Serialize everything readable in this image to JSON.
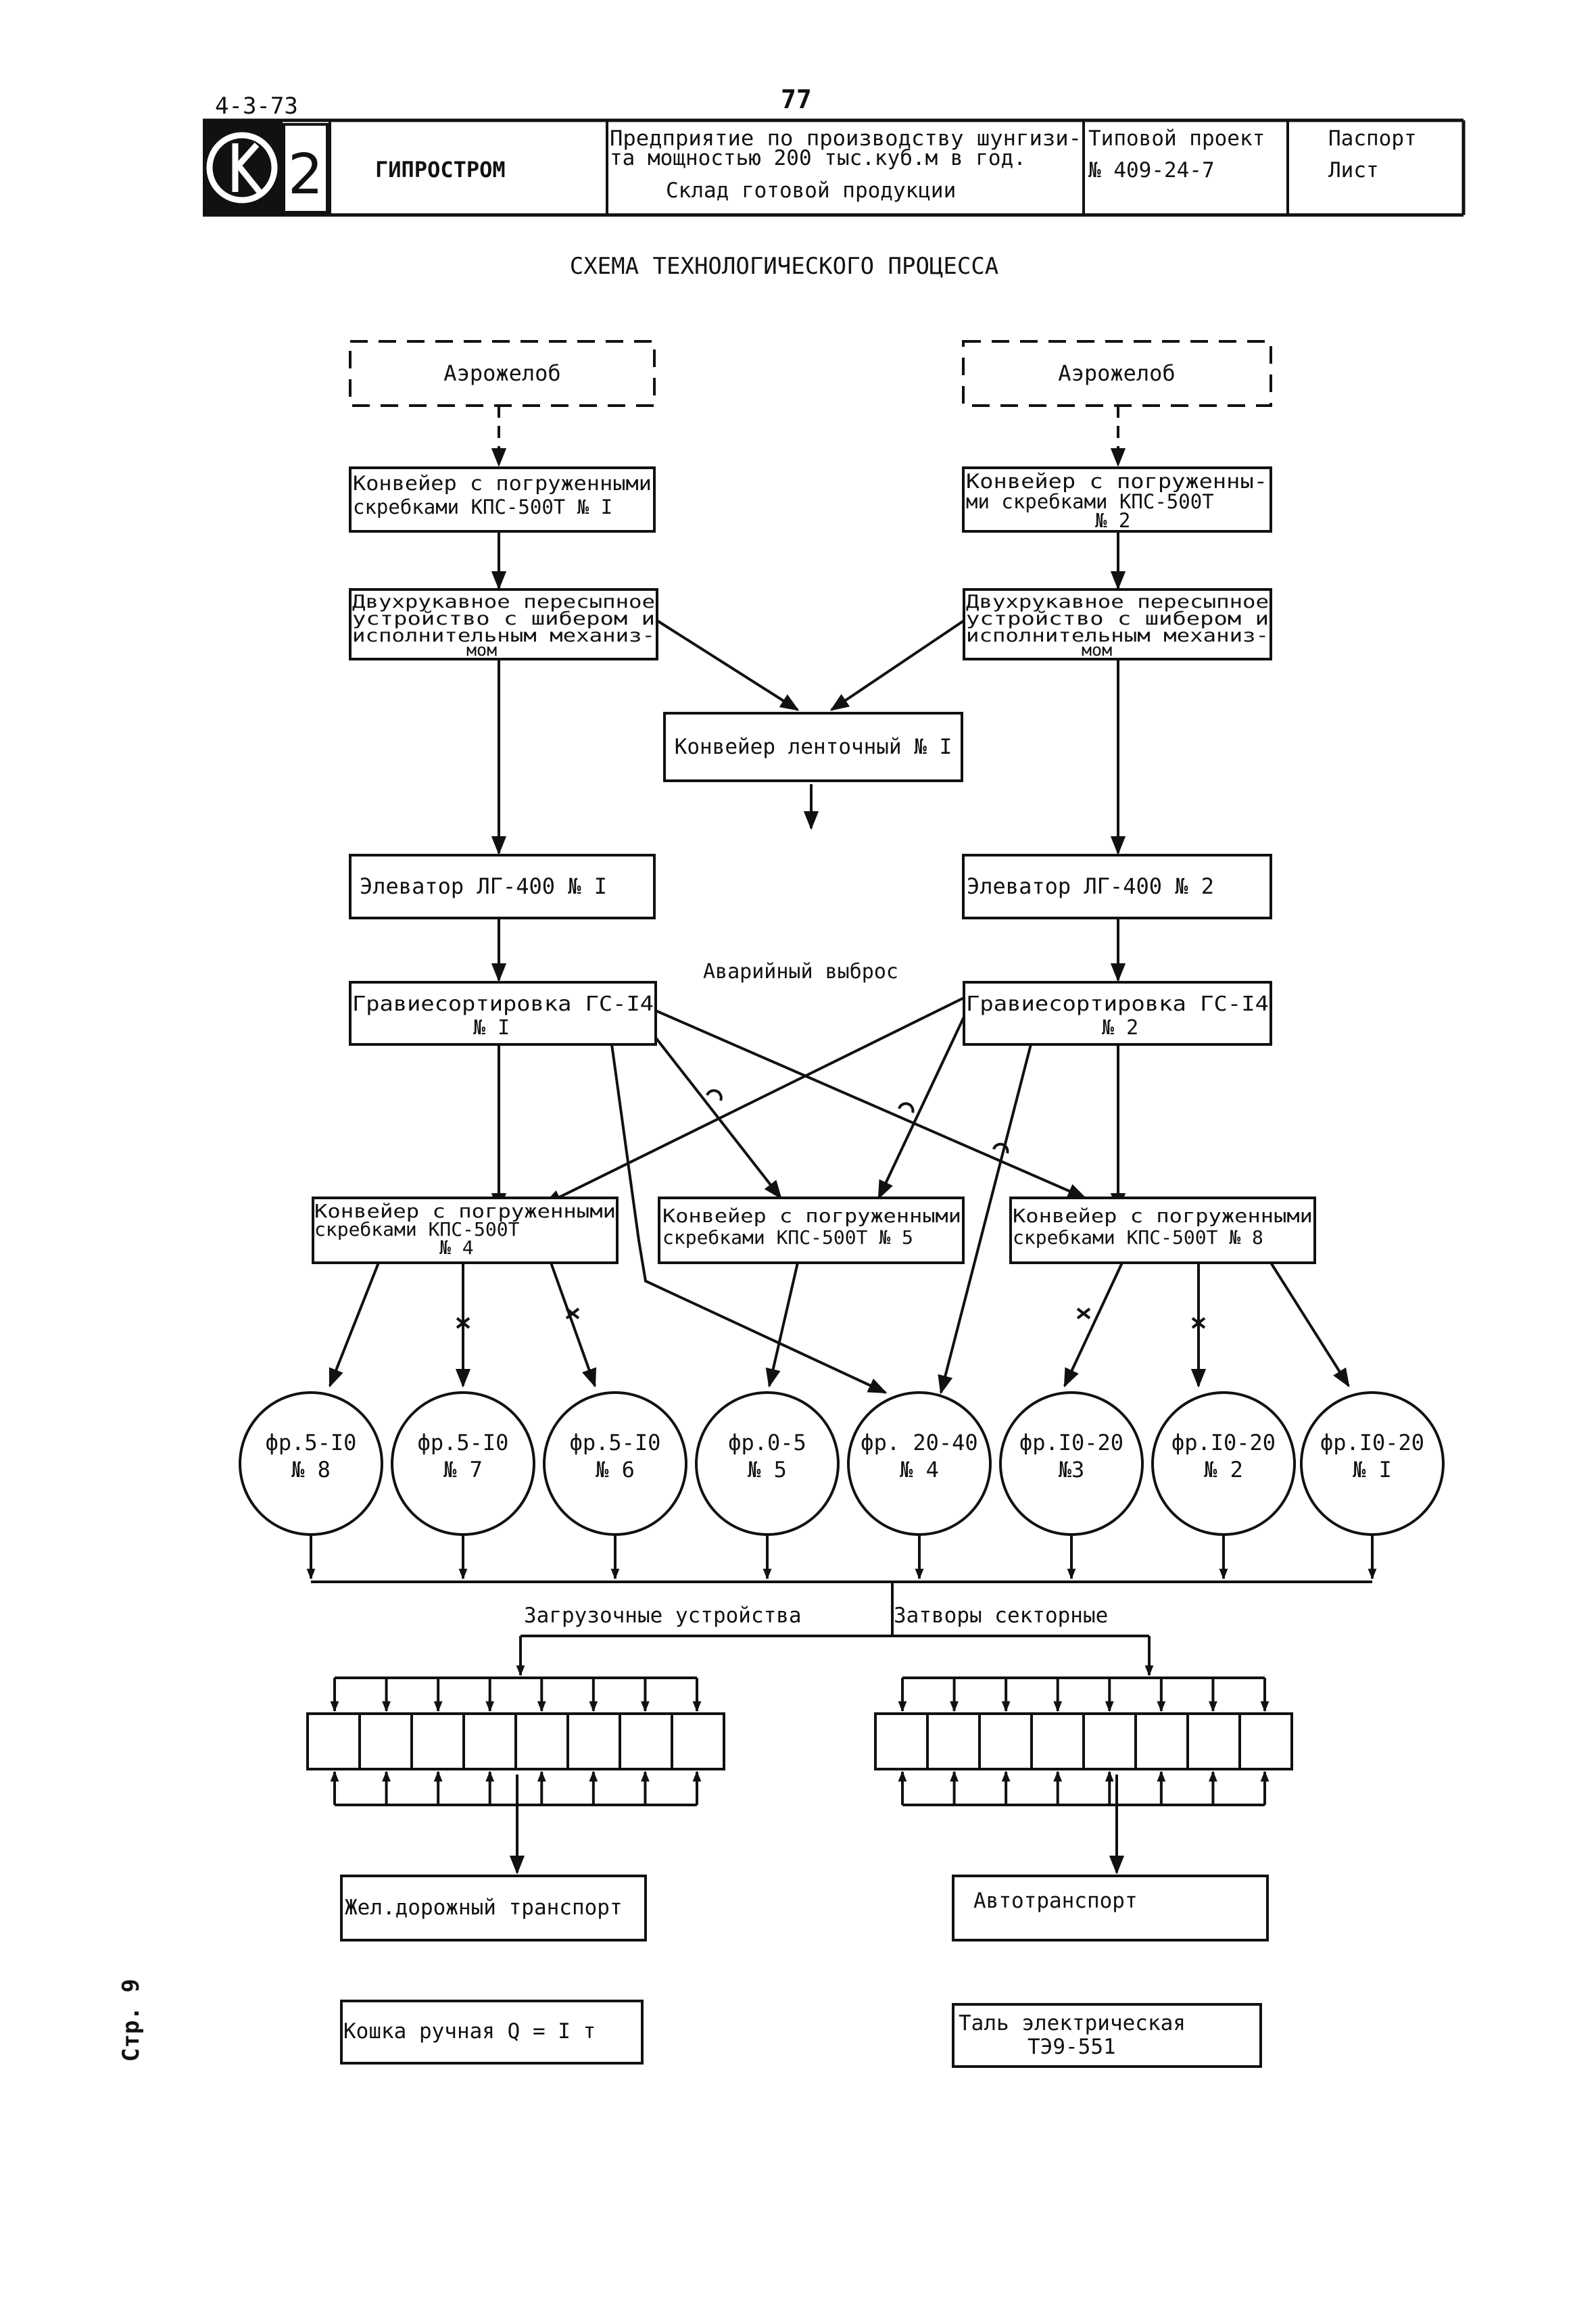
{
  "header": {
    "code": "4-3-73",
    "page_number": "77",
    "logo_number": "2",
    "organization": "ГИПРОСТРОМ",
    "enterprise_line1": "Предприятие по производству шунгизи-",
    "enterprise_line2": "та мощностью 200 тыс.куб.м в год.",
    "subject": "Склад готовой продукции",
    "project_line1": "Типовой проект",
    "project_line2": "№ 409-24-7",
    "doc_line1": "Паспорт",
    "doc_line2": "Лист"
  },
  "diagram": {
    "title": "СХЕМА ТЕХНОЛОГИЧЕСКОГО ПРОЦЕССА",
    "aero_left": "Аэрожелоб",
    "aero_right": "Аэрожелоб",
    "conv1_l1": "Конвейер с погруженными",
    "conv1_l2": "скребками КПС-500Т № I",
    "conv2_l1": "Конвейер с погруженны-",
    "conv2_l2": "ми скребками КПС-500Т",
    "conv2_l3": "№ 2",
    "trans_l1": "Двухрукавное пересыпное",
    "trans_l2": "устройство с шибером и",
    "trans_l3": "исполнительным механиз-",
    "trans_l4": "мом",
    "belt": "Конвейер ленточный № I",
    "elev1": "Элеватор ЛГ-400 № I",
    "elev2": "Элеватор ЛГ-400 № 2",
    "emergency": "Аварийный выброс",
    "sort1_l1": "Гравиесортировка ГС-I4",
    "sort1_l2": "№ I",
    "sort2_l1": "Гравиесортировка ГС-I4",
    "sort2_l2": "№ 2",
    "conv4_l1": "Конвейер с погруженными",
    "conv4_l2": "скребками КПС-500Т",
    "conv4_l3": "№ 4",
    "conv5_l1": "Конвейер с погруженными",
    "conv5_l2": "скребками КПС-500Т № 5",
    "conv8_l1": "Конвейер с погруженными",
    "conv8_l2": "скребками КПС-500Т № 8",
    "silos": [
      {
        "fraction": "фр.5-I0",
        "number": "№ 8"
      },
      {
        "fraction": "фр.5-I0",
        "number": "№ 7"
      },
      {
        "fraction": "фр.5-I0",
        "number": "№ 6"
      },
      {
        "fraction": "фр.0-5",
        "number": "№ 5"
      },
      {
        "fraction": "фр. 20-40",
        "number": "№ 4"
      },
      {
        "fraction": "фр.I0-20",
        "number": "№3"
      },
      {
        "fraction": "фр.I0-20",
        "number": "№ 2"
      },
      {
        "fraction": "фр.I0-20",
        "number": "№ I"
      }
    ],
    "loading_devices": "Загрузочные устройства",
    "sector_gates": "Затворы секторные",
    "rail_transport": "Жел.дорожный транспорт",
    "auto_transport": "Автотранспорт",
    "hand_trolley": "Кошка ручная Q = I т",
    "electric_hoist_l1": "Таль электрическая",
    "electric_hoist_l2": "ТЭ9-551"
  },
  "side_label": "Стр. 9"
}
